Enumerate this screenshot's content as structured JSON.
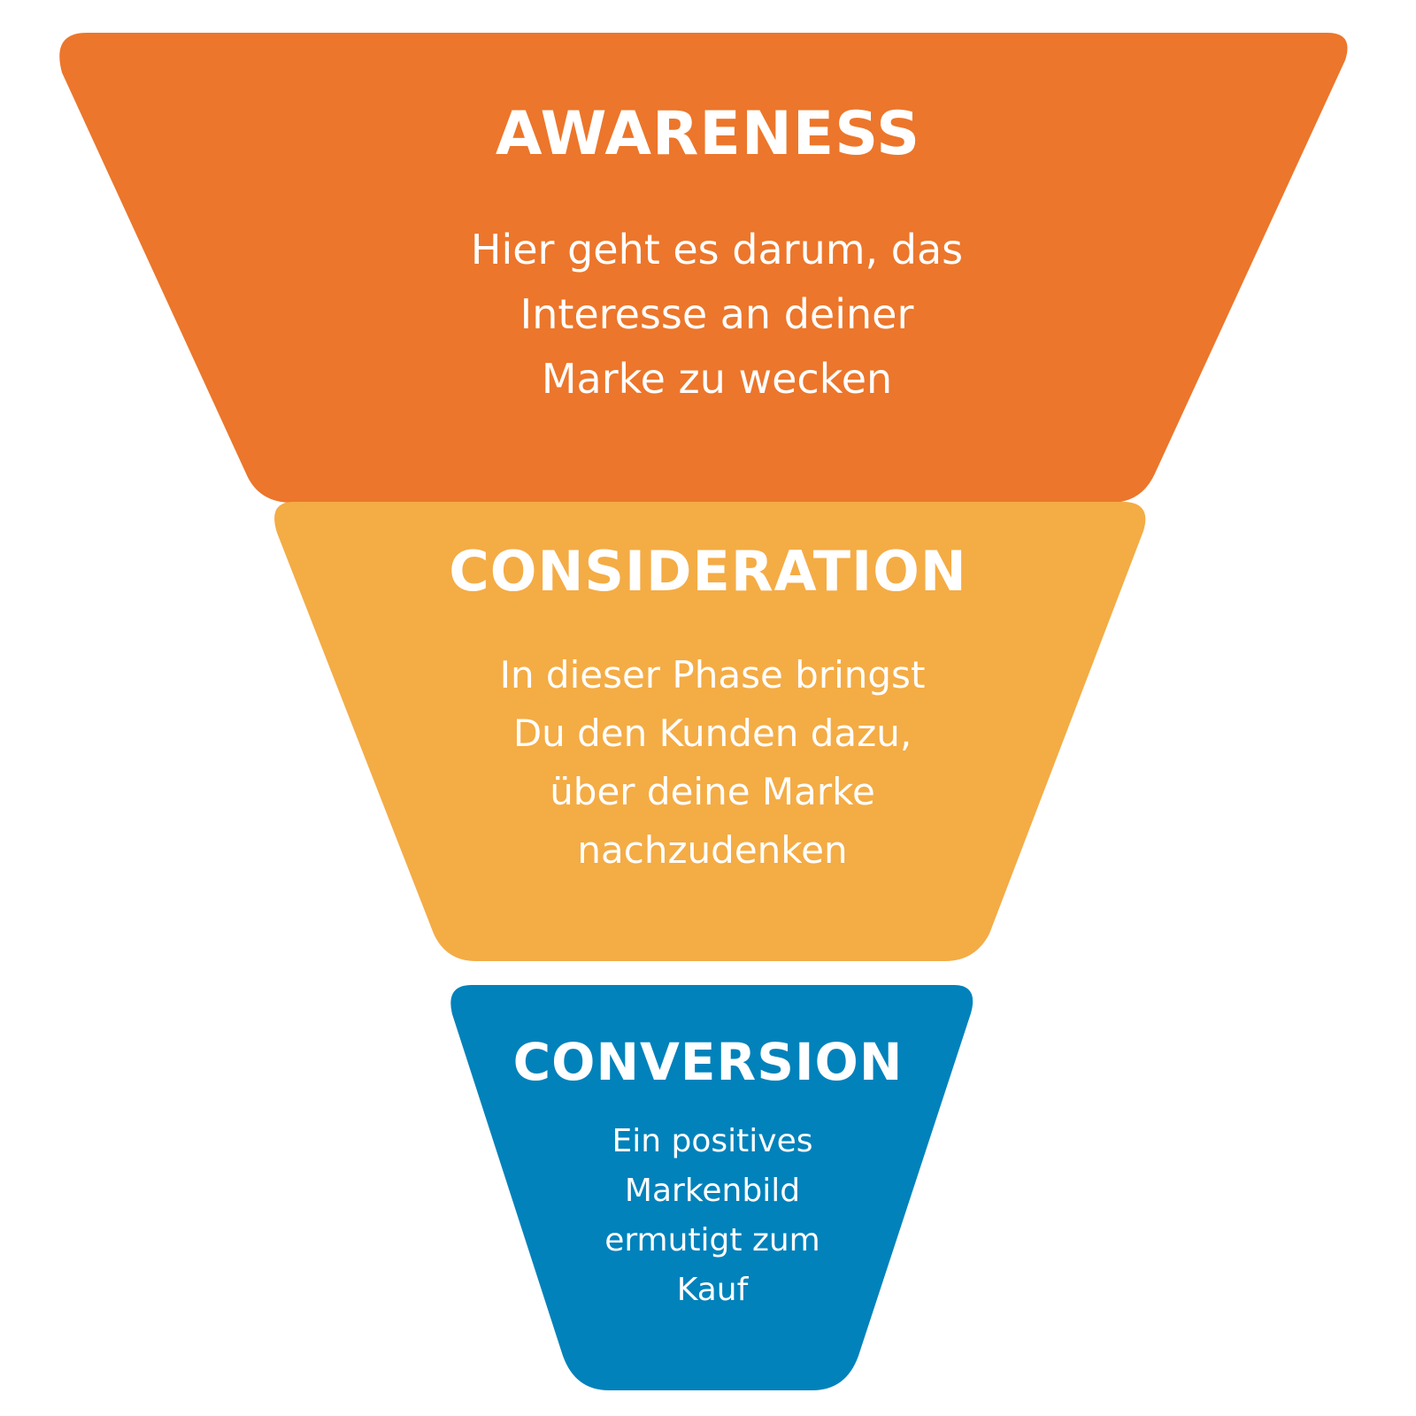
{
  "colors": {
    "awareness": "#EC762B",
    "consideration": "#F4AC45",
    "conversion": "#0182BB",
    "text": "#FFFFFF",
    "background": "#FFFFFF"
  },
  "stages": [
    {
      "title": "AWARENESS",
      "lines": [
        "Hier geht es darum, das",
        "Interesse an deiner",
        "Marke zu wecken"
      ]
    },
    {
      "title": "CONSIDERATION",
      "lines": [
        "In dieser Phase bringst",
        "Du den Kunden dazu,",
        "über deine Marke",
        "nachzudenken"
      ]
    },
    {
      "title": "CONVERSION",
      "lines": [
        "Ein positives",
        "Markenbild",
        "ermutigt zum",
        "Kauf"
      ]
    }
  ]
}
